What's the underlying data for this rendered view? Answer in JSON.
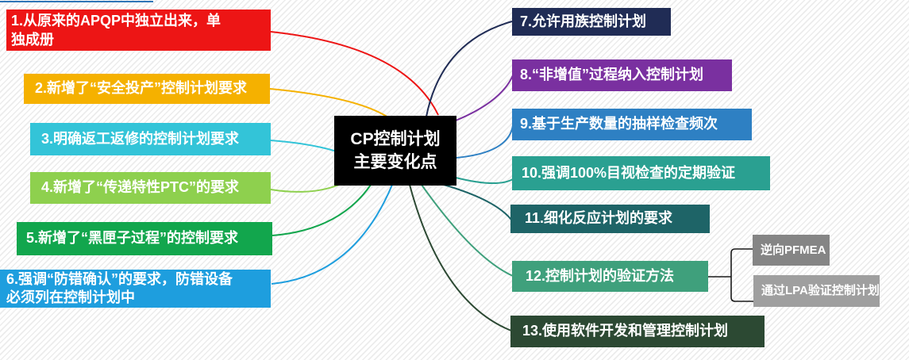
{
  "background": {
    "base_color": "#ffffff",
    "stripe_color": "#ececec"
  },
  "accent_line_color": "#2e75b6",
  "connector_color": "#1a1a1a",
  "center_node": {
    "line1": "CP控制计划",
    "line2": "主要变化点",
    "bg_color": "#000000",
    "text_color": "#ffffff"
  },
  "left_items": [
    {
      "id": "1",
      "text": "1.从原来的APQP中独立出来，单\n独成册",
      "color": "#ed1515"
    },
    {
      "id": "2",
      "text": "2.新增了“安全投产”控制计划要求",
      "color": "#f5b100"
    },
    {
      "id": "3",
      "text": "3.明确返工返修的控制计划要求",
      "color": "#33c4d8"
    },
    {
      "id": "4",
      "text": "4.新增了“传递特性PTC”的要求",
      "color": "#8ed04e"
    },
    {
      "id": "5",
      "text": "5.新增了“黑匣子过程”的控制要求",
      "color": "#12a64d"
    },
    {
      "id": "6",
      "text": "6.强调“防错确认”的要求，防错设备\n必须列在控制计划中",
      "color": "#1e9ede"
    }
  ],
  "right_items": [
    {
      "id": "7",
      "text": "7.允许用族控制计划",
      "color": "#202c55"
    },
    {
      "id": "8",
      "text": "8.“非增值”过程纳入控制计划",
      "color": "#7a30a0"
    },
    {
      "id": "9",
      "text": "9.基于生产数量的抽样检查频次",
      "color": "#2e80c3"
    },
    {
      "id": "10",
      "text": "10.强调100%目视检查的定期验证",
      "color": "#2aa091"
    },
    {
      "id": "11",
      "text": "11.细化反应计划的要求",
      "color": "#1e6467"
    },
    {
      "id": "12",
      "text": "12.控制计划的验证方法",
      "color": "#3fa07c"
    },
    {
      "id": "13",
      "text": "13.使用软件开发和管理控制计划",
      "color": "#2c4933"
    }
  ],
  "sub_items": [
    {
      "text": "逆向PFMEA",
      "color": "#858585"
    },
    {
      "text": "通过LPA验证控制计划",
      "color": "#9f9f9f"
    }
  ]
}
